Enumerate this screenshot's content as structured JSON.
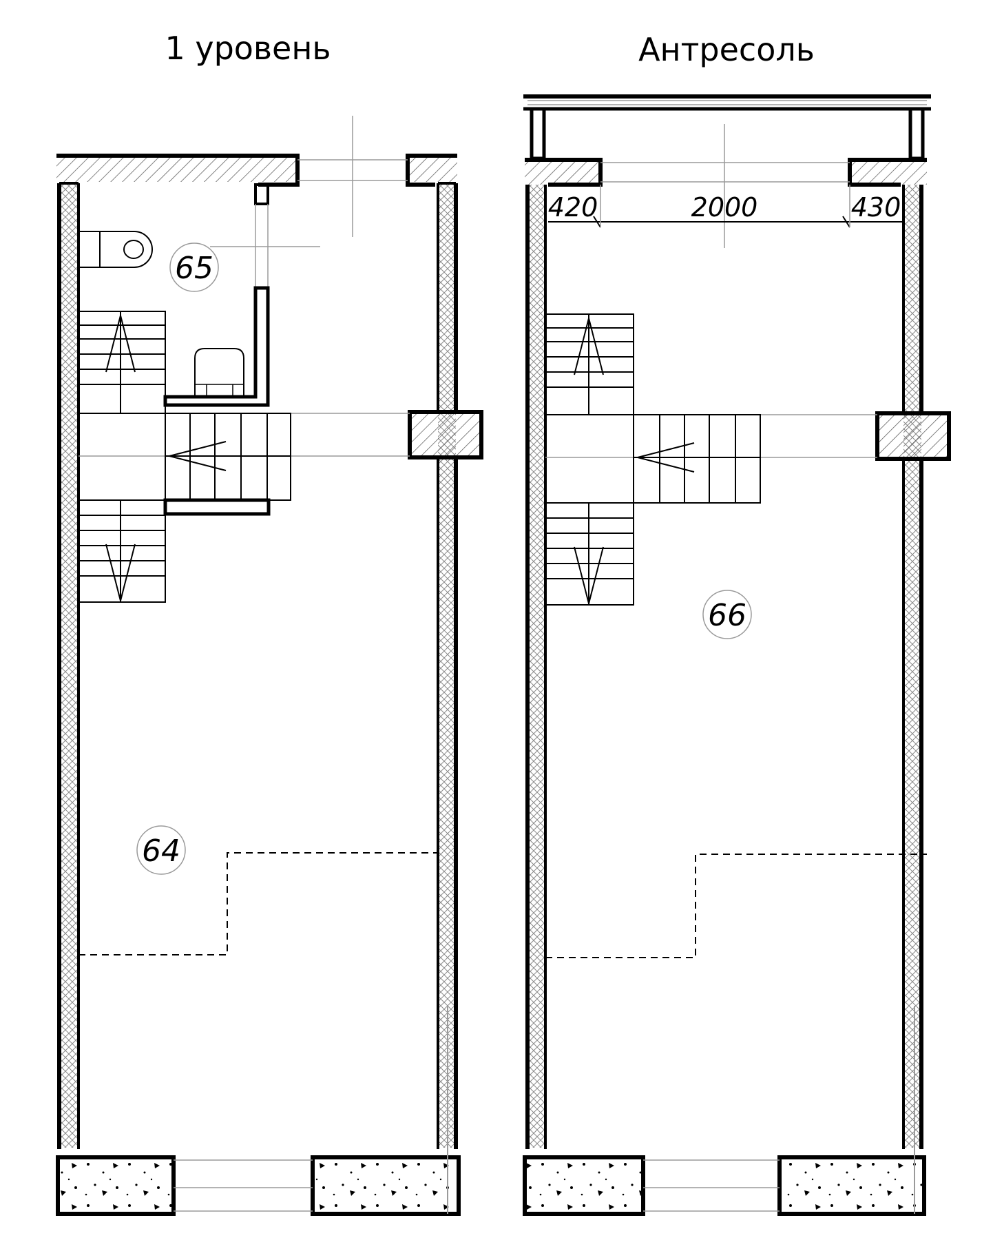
{
  "level_1": {
    "title": "1 уровень",
    "room_labels": [
      "65",
      "64"
    ]
  },
  "mezzanine": {
    "title": "Антресоль",
    "room_labels": [
      "66"
    ],
    "dimensions": [
      "420",
      "2000",
      "430"
    ]
  },
  "colors": {
    "line": "#000000",
    "thin_line": "#9a9a9a",
    "hatch": "#5a5a5a"
  }
}
